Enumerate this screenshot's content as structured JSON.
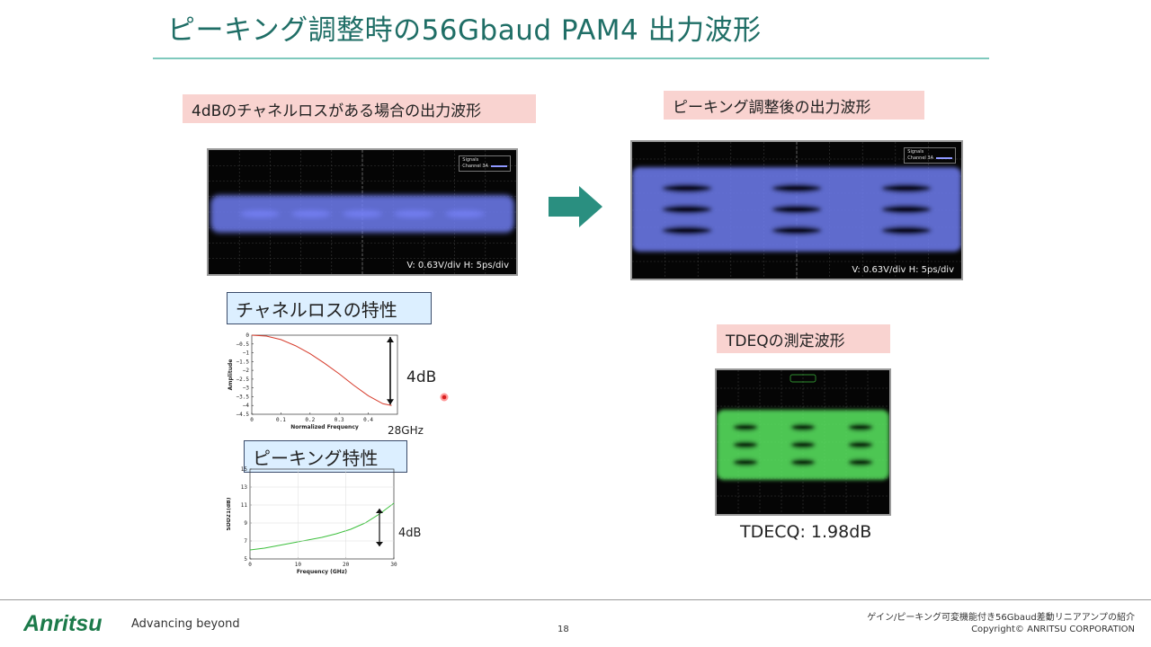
{
  "slide": {
    "title": "ピーキング調整時の56Gbaud PAM4 出力波形",
    "label_loss_waveform": "4dBのチャネルロスがある場合の出力波形",
    "label_peaking_waveform": "ピーキング調整後の出力波形",
    "label_tdeq": "TDEQの測定波形",
    "box_channel_loss": "チャネルロスの特性",
    "box_peaking": "ピーキング特性",
    "scope_scale_left": "V: 0.63V/div H: 5ps/div",
    "scope_scale_right": "V: 0.63V/div H: 5ps/div",
    "legend_signals": "Signals",
    "legend_channel": "Channel 3A",
    "annot_4db_loss": "4dB",
    "annot_28ghz": "28GHz",
    "annot_4db_peak": "4dB",
    "tdecq": "TDECQ: 1.98dB",
    "arrow_color": "#2a8f80",
    "eye_color_blue": "#6f7cf0",
    "eye_color_green": "#59e860"
  },
  "footer": {
    "logo": "Anritsu",
    "tagline": "Advancing beyond",
    "page_number": "18",
    "doc_title": "ゲイン/ピーキング可変機能付き56Gbaud差動リニアアンプの紹介",
    "copyright": "Copyright©  ANRITSU  CORPORATION"
  },
  "chart_data": [
    {
      "type": "line",
      "title": "",
      "xlabel": "Normalized Frequency",
      "ylabel": "Amplitude",
      "xlim": [
        0,
        0.5
      ],
      "ylim": [
        -4.5,
        0
      ],
      "xticks": [
        "0",
        "0.1",
        "0.2",
        "0.3",
        "0.4"
      ],
      "yticks": [
        "0",
        "−0.5",
        "−1",
        "−1.5",
        "−2",
        "−2.5",
        "−3",
        "−3.5",
        "−4",
        "−4.5"
      ],
      "series": [
        {
          "x": [
            0,
            0.05,
            0.1,
            0.15,
            0.2,
            0.25,
            0.3,
            0.35,
            0.4,
            0.45,
            0.48
          ],
          "y": [
            0,
            -0.05,
            -0.25,
            -0.6,
            -1.05,
            -1.6,
            -2.2,
            -2.85,
            -3.45,
            -3.9,
            -4.0
          ]
        }
      ]
    },
    {
      "type": "line",
      "title": "",
      "xlabel": "Frequency (GHz)",
      "ylabel": "SDD21(dB)",
      "xlim": [
        0,
        30
      ],
      "ylim": [
        5,
        15
      ],
      "xticks": [
        "0",
        "10",
        "20",
        "30"
      ],
      "yticks": [
        "5",
        "7",
        "9",
        "11",
        "13",
        "15"
      ],
      "series": [
        {
          "x": [
            0,
            3,
            6,
            9,
            12,
            15,
            18,
            21,
            24,
            27,
            30
          ],
          "y": [
            6.0,
            6.2,
            6.5,
            6.8,
            7.1,
            7.4,
            7.8,
            8.3,
            9.0,
            10.0,
            11.2
          ]
        }
      ]
    }
  ]
}
